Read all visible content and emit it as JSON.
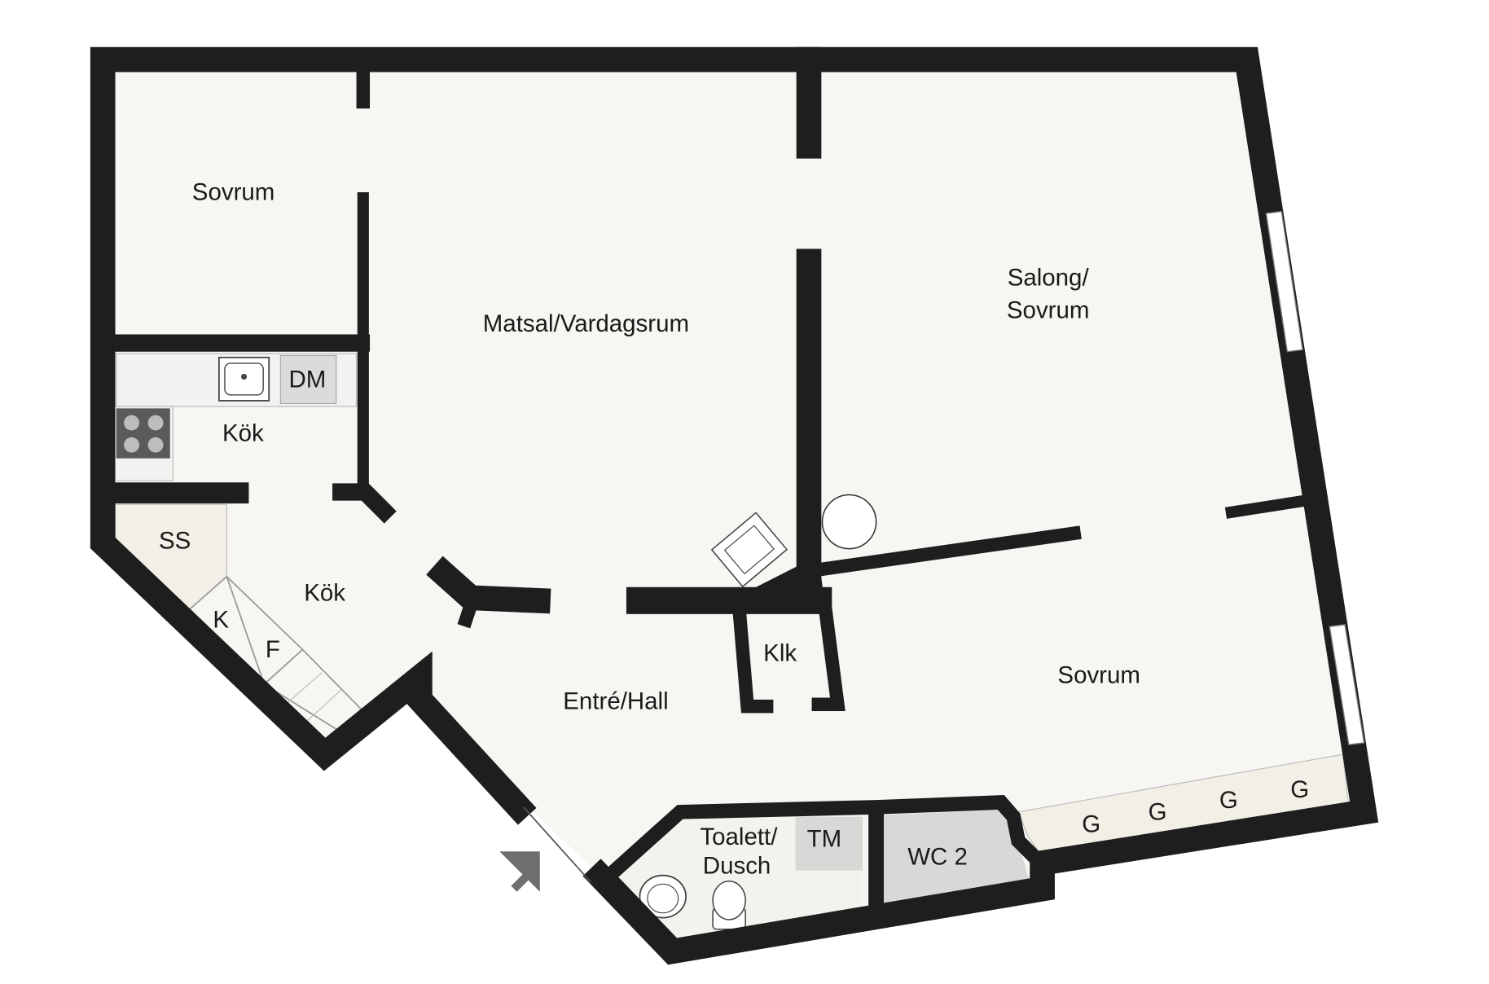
{
  "colors": {
    "wall": "#1e1e1e",
    "floor": "#f8f6f2",
    "background": "#ffffff",
    "fixture_gray": "#d9d8d6",
    "storage_beige": "#f1efe6",
    "stove": "#5a5a5a"
  },
  "rooms": {
    "sovrum_top": "Sovrum",
    "matsal": "Matsal/Vardagsrum",
    "salong": [
      "Salong/",
      "Sovrum"
    ],
    "dm": "DM",
    "kok_upper": "Kök",
    "kok_lower": "Kök",
    "ss": "SS",
    "k": "K",
    "f": "F",
    "klk": "Klk",
    "entre": "Entré/Hall",
    "sovrum_bottom": "Sovrum",
    "toalett": [
      "Toalett/",
      "Dusch"
    ],
    "tm": "TM",
    "wc2": "WC 2",
    "wardrobes": [
      "G",
      "G",
      "G",
      "G"
    ]
  },
  "icons": {
    "entrance": "entrance-arrow-icon",
    "sink": "kitchen-sink-icon",
    "stove": "stove-icon",
    "toilet": "toilet-icon",
    "washbasin": "washbasin-icon"
  }
}
